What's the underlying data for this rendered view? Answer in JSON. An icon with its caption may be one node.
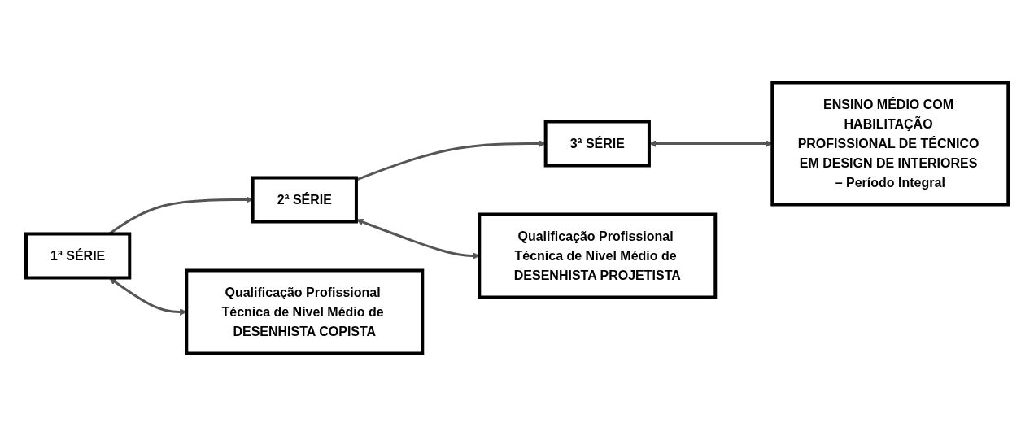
{
  "diagram": {
    "nodes": [
      {
        "text": [
          "1ª SÉRIE"
        ]
      },
      {
        "text": [
          "2ª SÉRIE"
        ]
      },
      {
        "text": [
          "3ª SÉRIE"
        ]
      },
      {
        "text": [
          "Qualificação Profissional Técnica de Nível Médio de DESENHISTA COPISTA"
        ]
      },
      {
        "text": [
          "Qualificação Profissional Técnica de Nível Médio de DESENHISTA PROJETISTA"
        ]
      },
      {
        "text": [
          "ENSINO MÉDIO COM HABILITAÇÃO PROFISSIONAL DE TÉCNICO EM DESIGN DE INTERIORES – Período Integral"
        ]
      }
    ],
    "edges": [
      {
        "from": 0,
        "to": 1,
        "arrow": "to"
      },
      {
        "from": 1,
        "to": 2,
        "arrow": "to"
      },
      {
        "from": 0,
        "to": 3,
        "arrow": "both"
      },
      {
        "from": 1,
        "to": 4,
        "arrow": "both"
      },
      {
        "from": 2,
        "to": 5,
        "arrow": "both"
      }
    ]
  }
}
